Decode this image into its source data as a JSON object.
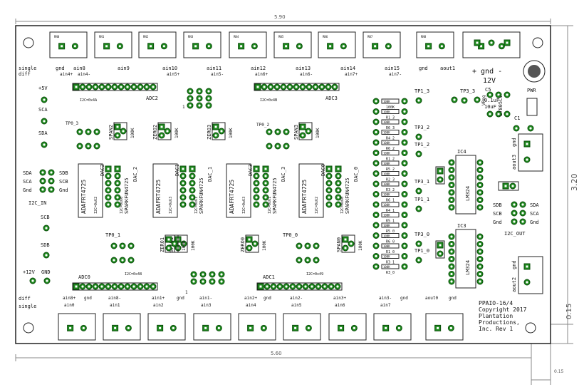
{
  "dimensions": {
    "top_width": "5.90",
    "bottom_width": "5.60",
    "height": "3.20",
    "edge_offset_v": "0.15",
    "edge_offset_h": "0.15"
  },
  "top_terminals": [
    {
      "lines": [
        "single",
        "diff"
      ],
      "pins": [
        "gnd",
        "ain4+"
      ]
    },
    {
      "pins": [
        "ain8",
        "ain4-"
      ]
    },
    {
      "pins": [
        "ain9",
        ""
      ]
    },
    {
      "pins": [
        "ain10",
        "ain5+"
      ]
    },
    {
      "pins": [
        "ain11",
        "ain5-"
      ]
    },
    {
      "pins": [
        "ain12",
        "ain6+"
      ]
    },
    {
      "pins": [
        "ain13",
        "ain6-"
      ]
    },
    {
      "pins": [
        "ain14",
        "ain7+"
      ]
    },
    {
      "pins": [
        "ain15",
        "ain7-"
      ]
    },
    {
      "pins": [
        "gnd",
        ""
      ]
    },
    {
      "pins": [
        "aout1",
        ""
      ]
    }
  ],
  "power": {
    "label": "+ gnd -",
    "voltage": "12V",
    "pwr": "PWR"
  },
  "adc_headers": [
    {
      "name": "ADC2",
      "addr": "I2C=0x4A"
    },
    {
      "name": "ADC3",
      "addr": "I2C=0x4B"
    },
    {
      "name": "ADC0",
      "addr": "I2C=0x48"
    },
    {
      "name": "ADC1",
      "addr": "I2C=0x49"
    }
  ],
  "left_labels": [
    "+5V",
    "SCA",
    "SDA",
    "SDA",
    "SCA",
    "Gnd",
    "SDB",
    "SCB",
    "Gnd",
    "I2C_IN",
    "SCB",
    "SDB",
    "+12V",
    "GND",
    "diff",
    "single"
  ],
  "modules": [
    {
      "dac": "DAC2",
      "addr": "I2C=0x62",
      "chip": "ADAFRT4725",
      "dac_b": "DAC_2",
      "spark": "SPARKFUN4725",
      "addr_b": "I2C=0x60"
    },
    {
      "dac": "DAC1",
      "addr": "I2C=0x63",
      "chip": "ADAFRT4725",
      "dac_b": "DAC_1",
      "spark": "SPARKFUN4725",
      "addr_b": "I2C=0x61"
    },
    {
      "dac": "DAC3",
      "addr": "I2C=0x63",
      "chip": "ADAFRT4725",
      "dac_b": "DAC_3",
      "spark": "SPARKFUN4725",
      "addr_b": "I2C=0x61"
    },
    {
      "dac": "DAC0",
      "addr": "I2C=0x62",
      "chip": "ADAFRT4725",
      "dac_b": "DAC_0",
      "spark": "SPARKFUN4725",
      "addr_b": "I2C=0x60"
    }
  ],
  "trim": [
    "SPAN2",
    "ZERO2",
    "ZERO3",
    "SPAN3",
    "SPAN1",
    "ZERO1",
    "ZERO0",
    "SPAN0",
    "100K"
  ],
  "tp_labels": [
    "TP1_3",
    "TP3_3",
    "TP3_2",
    "TP1_2",
    "TP3_1",
    "TP1_1",
    "TP3_0",
    "TP1_0",
    "TP0_1",
    "TP0_0",
    "TP0_2",
    "TP0_3"
  ],
  "resistors": [
    "100K",
    "R1_3",
    "R6_3",
    "R4_2",
    "R6_2",
    "R1_2",
    "R5_2",
    "R2_3",
    "R3_2",
    "R6_1",
    "R4_1",
    "R5_1",
    "R5_0",
    "R6_0",
    "R1_0",
    "R3_1",
    "R3_0"
  ],
  "chips": [
    {
      "name": "IC4",
      "part": "LM324"
    },
    {
      "name": "IC3",
      "part": "LM324"
    }
  ],
  "caps": [
    "0.1uF",
    "10uF",
    "VReg",
    "L7805CV",
    "C5",
    "C1"
  ],
  "outputs": [
    "aout3",
    "gnd",
    "aout2",
    "gnd"
  ],
  "i2c_out": [
    "SDB",
    "SDA",
    "SCB",
    "SCA",
    "Gnd",
    "Gnd",
    "I2C_OUT"
  ],
  "bottom_terminals": [
    {
      "top": "ain8+",
      "bot": "ain0"
    },
    {
      "top": "gnd",
      "bot": ""
    },
    {
      "top": "ain8-",
      "bot": "ain1"
    },
    {
      "top": "ain1+",
      "bot": "ain2"
    },
    {
      "top": "gnd",
      "bot": ""
    },
    {
      "top": "ain1-",
      "bot": "ain3"
    },
    {
      "top": "ain2+",
      "bot": "ain4"
    },
    {
      "top": "gnd",
      "bot": ""
    },
    {
      "top": "ain2-",
      "bot": "ain5"
    },
    {
      "top": "ain3+",
      "bot": "ain6"
    },
    {
      "top": "ain3-",
      "bot": "ain7"
    },
    {
      "top": "gnd",
      "bot": ""
    },
    {
      "top": "aout0",
      "bot": ""
    },
    {
      "top": "gnd",
      "bot": ""
    }
  ],
  "info": [
    "PPAIO-16/4",
    "Copyright 2017",
    "Plantation",
    "Productions,",
    "Inc.  Rev 1"
  ]
}
